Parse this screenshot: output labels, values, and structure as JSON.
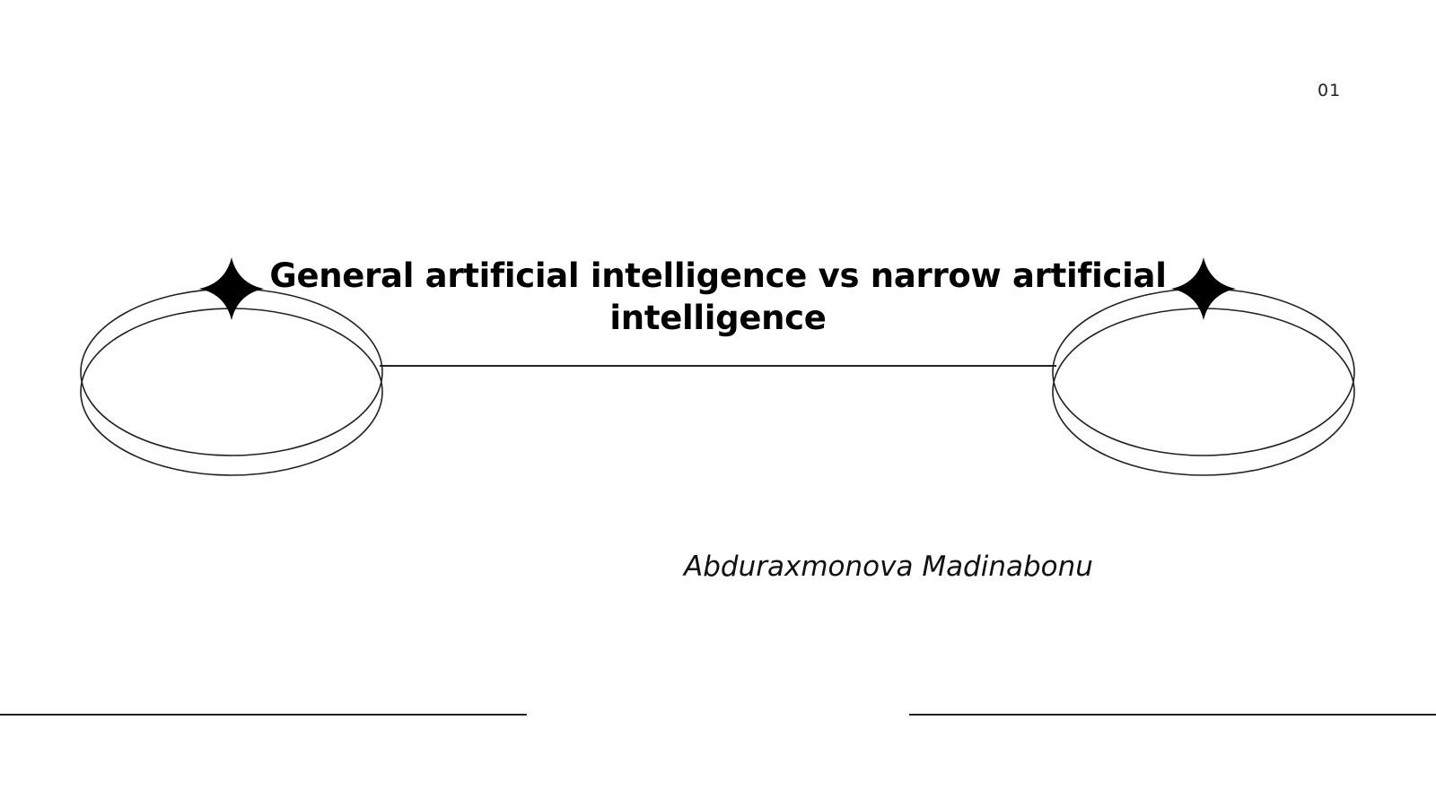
{
  "slide": {
    "page_number": "01",
    "title": "General artificial intelligence vs narrow artificial intelligence",
    "author": "Abduraxmonova Madinabonu"
  },
  "decorations": {
    "left_ring_icon": "ring-outline",
    "right_ring_icon": "ring-outline",
    "left_star_icon": "four-point-star",
    "right_star_icon": "four-point-star",
    "stroke_color": "#222222",
    "star_color": "#000000"
  }
}
